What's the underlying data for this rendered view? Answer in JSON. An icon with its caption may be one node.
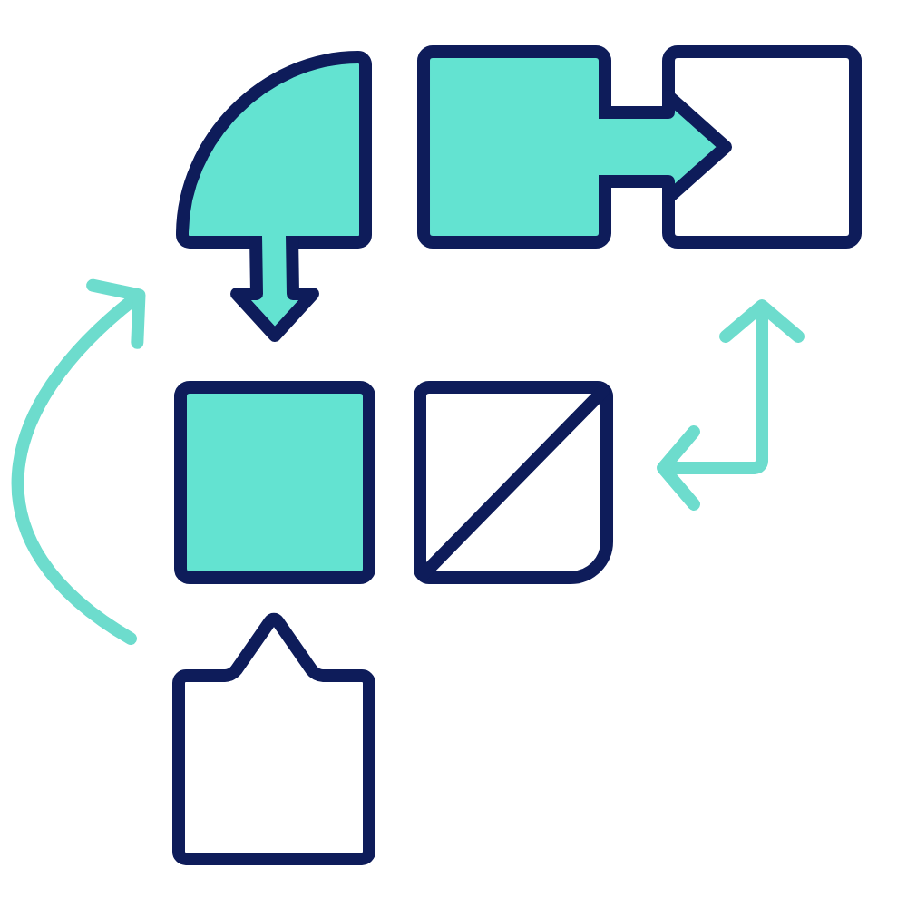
{
  "diagram": {
    "nodes": [
      {
        "text": [],
        "shape": "sector"
      },
      {
        "text": [],
        "shape": "box"
      },
      {
        "text": [],
        "shape": "box"
      },
      {
        "text": [],
        "shape": "box"
      },
      {
        "text": [],
        "shape": "box"
      },
      {
        "text": [],
        "shape": "pentagon"
      }
    ],
    "edges": [
      {
        "from": 0,
        "to": 3,
        "arrow": "to",
        "style": "thick"
      },
      {
        "from": 1,
        "to": 2,
        "arrow": "to",
        "style": "thick"
      },
      {
        "from": 5,
        "to": 0,
        "arrow": "to",
        "color": "#6ddccd"
      },
      {
        "from": 4,
        "to": 2,
        "arrow": "both",
        "color": "#6ddccd"
      }
    ]
  }
}
